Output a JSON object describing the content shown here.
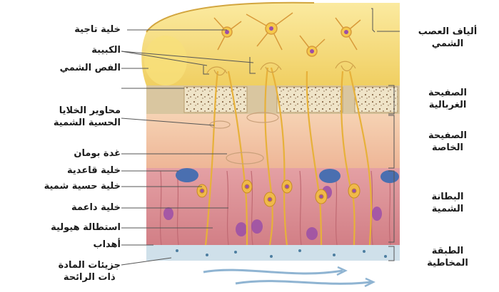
{
  "labels_left": {
    "mitral_cell": "خلية تاجية",
    "glomerulus": "الكبيبة",
    "olfactory_bulb": "الفص الشمي",
    "axons_line1": "محاوير الخلايا",
    "axons_line2": "الحسية الشمية",
    "bowman_gland": "غدة بومان",
    "basal_cell": "خلية قاعدية",
    "olfactory_sensory_cell": "خلية حسية شمية",
    "supporting_cell": "خلية داعمة",
    "dendrite": "استطالة هيولية",
    "cilia": "أهداب",
    "odorant_line1": "جزيئات المادة",
    "odorant_line2": "ذات الرائحة"
  },
  "labels_right": {
    "nerve_fibers_line1": "ألياف العصب",
    "nerve_fibers_line2": "الشمي",
    "cribriform_line1": "الصفيحة",
    "cribriform_line2": "الغربالية",
    "lamina_propria_line1": "الصفيحة",
    "lamina_propria_line2": "الخاصة",
    "epithelium_line1": "البطانة",
    "epithelium_line2": "الشمية",
    "mucus_line1": "الطبقة",
    "mucus_line2": "المخاطية"
  },
  "colors": {
    "bulb": "#f3dc7a",
    "neuron": "#e8b23c",
    "bone": "#efe6cf",
    "lamina": "#f4c9a8",
    "epithelium": "#d98a8f",
    "basal_cell": "#4a6fb0",
    "nucleus": "#9b4fa8",
    "mucus": "#c9dde8"
  }
}
